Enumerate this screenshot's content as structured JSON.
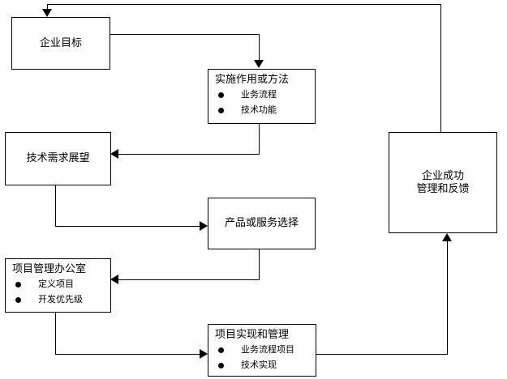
{
  "diagram": {
    "type": "flowchart",
    "orientation": "left-to-right-with-feedback",
    "nodes": [
      {
        "id": "enterprise-goals",
        "title": "企业目标",
        "bullets": []
      },
      {
        "id": "implementation-role-or-method",
        "title": "实施作用或方法",
        "bullets": [
          "业务流程",
          "技术功能"
        ]
      },
      {
        "id": "technology-demand-outlook",
        "title": "技术需求展望",
        "bullets": []
      },
      {
        "id": "product-or-service-selection",
        "title": "产品或服务选择",
        "bullets": []
      },
      {
        "id": "project-management-office",
        "title": "项目管理办公室",
        "bullets": [
          "定义项目",
          "开发优先级"
        ]
      },
      {
        "id": "project-implementation-and-management",
        "title": "项目实现和管理",
        "bullets": [
          "业务流程项目",
          "技术实现"
        ]
      },
      {
        "id": "enterprise-success",
        "title_line1": "企业成功",
        "title_line2": "管理和反馈",
        "bullets": []
      }
    ],
    "edges": [
      {
        "from": "enterprise-goals",
        "to": "implementation-role-or-method",
        "arrow": "down"
      },
      {
        "from": "implementation-role-or-method",
        "to": "technology-demand-outlook",
        "arrow": "left"
      },
      {
        "from": "technology-demand-outlook",
        "to": "product-or-service-selection",
        "arrow": "right"
      },
      {
        "from": "product-or-service-selection",
        "to": "project-management-office",
        "arrow": "left"
      },
      {
        "from": "project-management-office",
        "to": "project-implementation-and-management",
        "arrow": "right"
      },
      {
        "from": "project-implementation-and-management",
        "to": "enterprise-success",
        "arrow": "up"
      },
      {
        "from": "enterprise-success",
        "to": "enterprise-goals",
        "arrow": "down"
      }
    ],
    "colors": {
      "stroke": "#000000",
      "fill": "#ffffff",
      "text": "#000000"
    }
  }
}
